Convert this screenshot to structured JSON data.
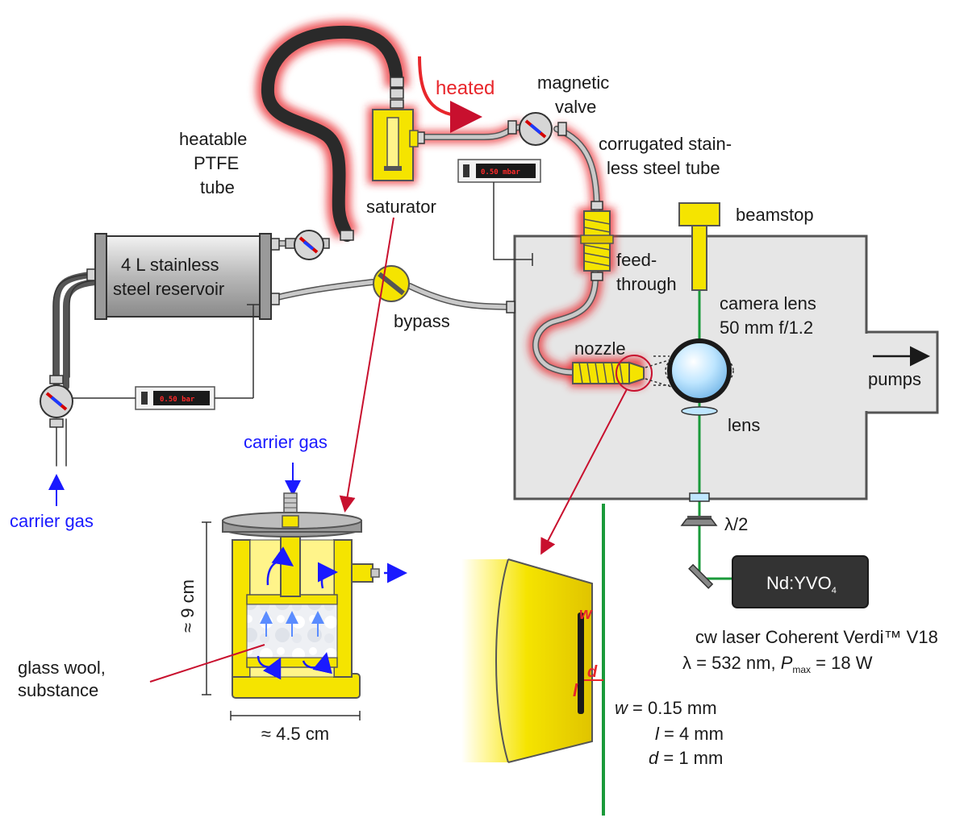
{
  "labels": {
    "heated": "heated",
    "magnetic_valve_1": "magnetic",
    "magnetic_valve_2": "valve",
    "heatable_1": "heatable",
    "heatable_2": "PTFE",
    "heatable_3": "tube",
    "corrugated_1": "corrugated stain-",
    "corrugated_2": "less steel tube",
    "saturator": "saturator",
    "beamstop": "beamstop",
    "reservoir_1": "4 L stainless",
    "reservoir_2": "steel reservoir",
    "feedthrough_1": "feed-",
    "feedthrough_2": "through",
    "camera_lens_1": "camera lens",
    "camera_lens_2": "50 mm f/1.2",
    "bypass": "bypass",
    "nozzle": "nozzle",
    "pumps": "pumps",
    "lens": "lens",
    "carrier_gas_top": "carrier gas",
    "carrier_gas_left": "carrier gas",
    "half_wave": "λ/2",
    "height": "≈ 9 cm",
    "width": "≈ 4.5 cm",
    "glass_wool_1": "glass wool,",
    "glass_wool_2": "substance",
    "laser_name": "Nd:YVO",
    "laser_sub": "4",
    "laser_desc_1": "cw laser Coherent Verdi™ V18",
    "laser_lambda": "λ = 532 nm, ",
    "laser_p": "P",
    "laser_p_sub": "max",
    "laser_p_val": " = 18 W",
    "gauge_mbar": "0.50 mbar",
    "gauge_bar": "0.50 bar",
    "slit_w": "w",
    "slit_l": "l",
    "slit_d": "d",
    "dim_w_var": "w",
    "dim_w_val": " = 0.15 mm",
    "dim_l_var": "l",
    "dim_l_val": " = 4 mm",
    "dim_d_var": "d",
    "dim_d_val": " = 1 mm"
  },
  "colors": {
    "steel": "#bdbdbd",
    "yellow": "#f5e400",
    "heat_glow": "#e8262b",
    "laser": "#1a9a3a",
    "label_blue": "#1a1aff",
    "chamber": "#e6e6e6"
  }
}
